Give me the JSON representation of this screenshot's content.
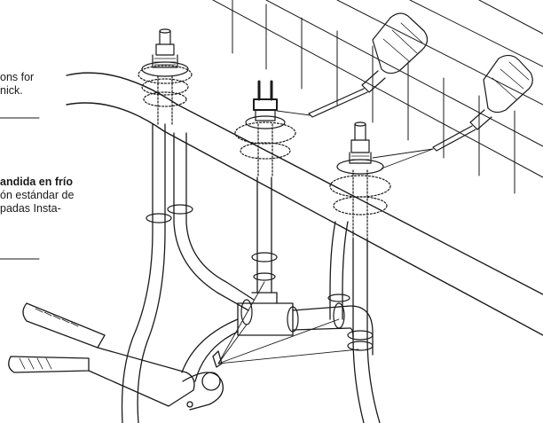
{
  "caption_top": {
    "line1": "ons for",
    "line2": "nick."
  },
  "caption_middle": {
    "line1": "andida en frío",
    "line2": "ón estándar de",
    "line3": "padas Insta-"
  },
  "colors": {
    "ink": "#1a1a1a",
    "background": "#ffffff",
    "hidden_line": "#555555"
  },
  "icons": [
    "screwdriver-icon",
    "crimp-tool-icon",
    "valve-stem-icon",
    "pex-pipe-icon"
  ]
}
